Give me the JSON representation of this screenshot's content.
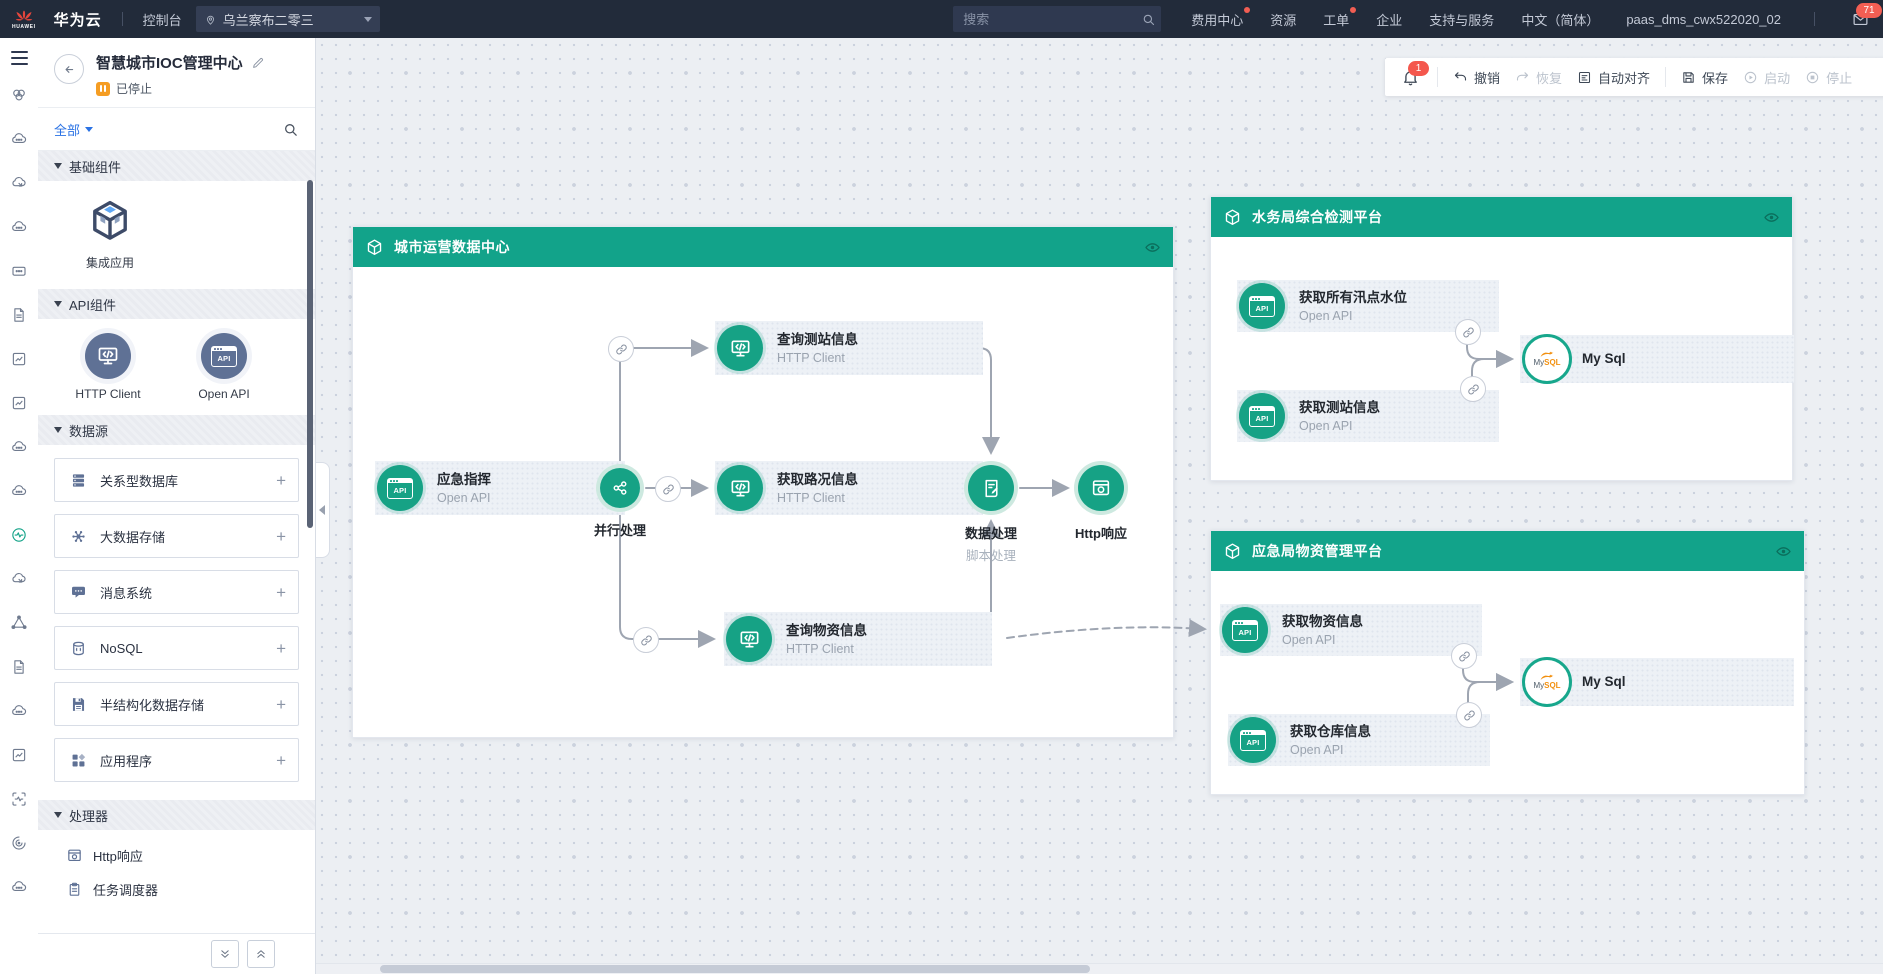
{
  "navbar": {
    "logo_text": "HUAWEI",
    "brand": "华为云",
    "console": "控制台",
    "region": "乌兰察布二零三",
    "search_placeholder": "搜索",
    "menu": [
      {
        "label": "费用中心",
        "dot": true
      },
      {
        "label": "资源",
        "dot": false
      },
      {
        "label": "工单",
        "dot": true
      },
      {
        "label": "企业",
        "dot": false
      },
      {
        "label": "支持与服务",
        "dot": false
      },
      {
        "label": "中文（简体）",
        "dot": false
      },
      {
        "label": "paas_dms_cwx522020_02",
        "dot": false
      }
    ],
    "mail_badge": "71"
  },
  "rail": {
    "icons": [
      {
        "name": "app-venn-icon",
        "type": "venn"
      },
      {
        "name": "cloud-host-icon",
        "type": "cloud"
      },
      {
        "name": "cloud-deploy-icon",
        "type": "cloudArrow"
      },
      {
        "name": "cloud-basic-icon",
        "type": "cloud"
      },
      {
        "name": "resource-card-icon",
        "type": "card"
      },
      {
        "name": "doc-service-icon",
        "type": "doc"
      },
      {
        "name": "window-chart-icon",
        "type": "frame"
      },
      {
        "name": "window-flow-icon",
        "type": "frame"
      },
      {
        "name": "cloud-service-icon",
        "type": "cloud"
      },
      {
        "name": "cloud-service-icon",
        "type": "cloud"
      },
      {
        "name": "roma-connect-icon",
        "type": "wave",
        "active": true
      },
      {
        "name": "cloud-pointer-icon",
        "type": "cloudArrow"
      },
      {
        "name": "pyramid-network-icon",
        "type": "pyramid"
      },
      {
        "name": "doc-cloud-icon",
        "type": "doc"
      },
      {
        "name": "cloud-service-icon",
        "type": "cloud"
      },
      {
        "name": "frame-circle-icon",
        "type": "frame"
      },
      {
        "name": "brackets-pulse-icon",
        "type": "brackets"
      },
      {
        "name": "swirl-service-icon",
        "type": "swirl"
      },
      {
        "name": "cloud-fast-icon",
        "type": "cloud"
      }
    ]
  },
  "library": {
    "title": "智慧城市IOC管理中心",
    "status": "已停止",
    "filter_label": "全部",
    "sections": {
      "base": {
        "title": "基础组件",
        "item": "集成应用"
      },
      "api": {
        "title": "API组件",
        "items": [
          "HTTP Client",
          "Open API"
        ]
      },
      "datasource": {
        "title": "数据源",
        "add_symbol": "+",
        "items": [
          "关系型数据库",
          "大数据存储",
          "消息系统",
          "NoSQL",
          "半结构化数据存储",
          "应用程序"
        ]
      },
      "processor": {
        "title": "处理器",
        "items": [
          "Http响应",
          "任务调度器"
        ]
      }
    }
  },
  "toolbar": {
    "notif_badge": "1",
    "undo": "撤销",
    "redo": "恢复",
    "align": "自动对齐",
    "save": "保存",
    "start": "启动",
    "stop": "停止"
  },
  "flow": {
    "api_badge": "API",
    "mysql_my": "My",
    "mysql_sql": "SQL",
    "group1": {
      "title": "城市运营数据中心",
      "nodes": {
        "cmd": {
          "title": "应急指挥",
          "subtitle": "Open API"
        },
        "parallel": {
          "label": "并行处理"
        },
        "station": {
          "title": "查询测站信息",
          "subtitle": "HTTP Client"
        },
        "traffic": {
          "title": "获取路况信息",
          "subtitle": "HTTP Client"
        },
        "supplies": {
          "title": "查询物资信息",
          "subtitle": "HTTP Client"
        },
        "process": {
          "label": "数据处理",
          "sublabel": "脚本处理"
        },
        "response": {
          "label": "Http响应"
        }
      }
    },
    "group2": {
      "title": "水务局综合检测平台",
      "nodes": {
        "flood": {
          "title": "获取所有汛点水位",
          "subtitle": "Open API"
        },
        "station": {
          "title": "获取测站信息",
          "subtitle": "Open API"
        },
        "mysql": {
          "title": "My Sql"
        }
      }
    },
    "group3": {
      "title": "应急局物资管理平台",
      "nodes": {
        "supplies": {
          "title": "获取物资信息",
          "subtitle": "Open API"
        },
        "warehouse": {
          "title": "获取仓库信息",
          "subtitle": "Open API"
        },
        "mysql": {
          "title": "My Sql"
        }
      }
    }
  },
  "colors": {
    "navbar_bg": "#222B3A",
    "teal_header": "#12A38A",
    "node_green": "#16A285",
    "accent_blue": "#2A72E4",
    "status_orange": "#F59D23",
    "badge_red": "#F25E53"
  }
}
